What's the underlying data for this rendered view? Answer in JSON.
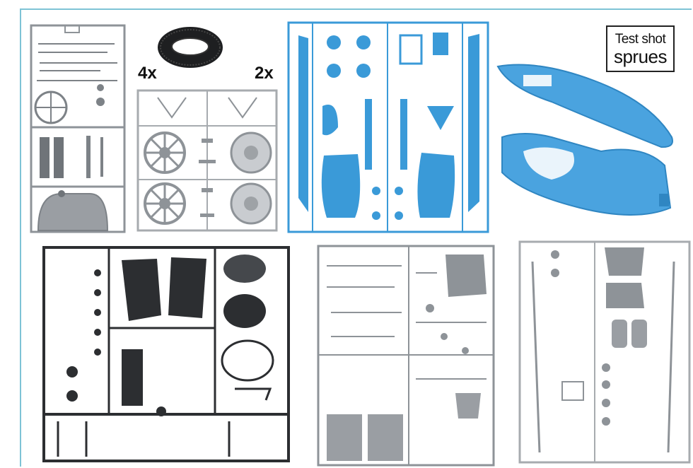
{
  "note": {
    "line1": "Test shot",
    "line2": "sprues"
  },
  "quantities": {
    "tire": "4x",
    "wheels": "2x"
  },
  "colors": {
    "frame_border": "#7ec3d6",
    "grey_plastic": "#8e9398",
    "light_grey_plastic": "#b5b9bd",
    "blue_plastic": "#3a9ad8",
    "blue_body": "#4aa3df",
    "black_plastic": "#2c2e31"
  }
}
